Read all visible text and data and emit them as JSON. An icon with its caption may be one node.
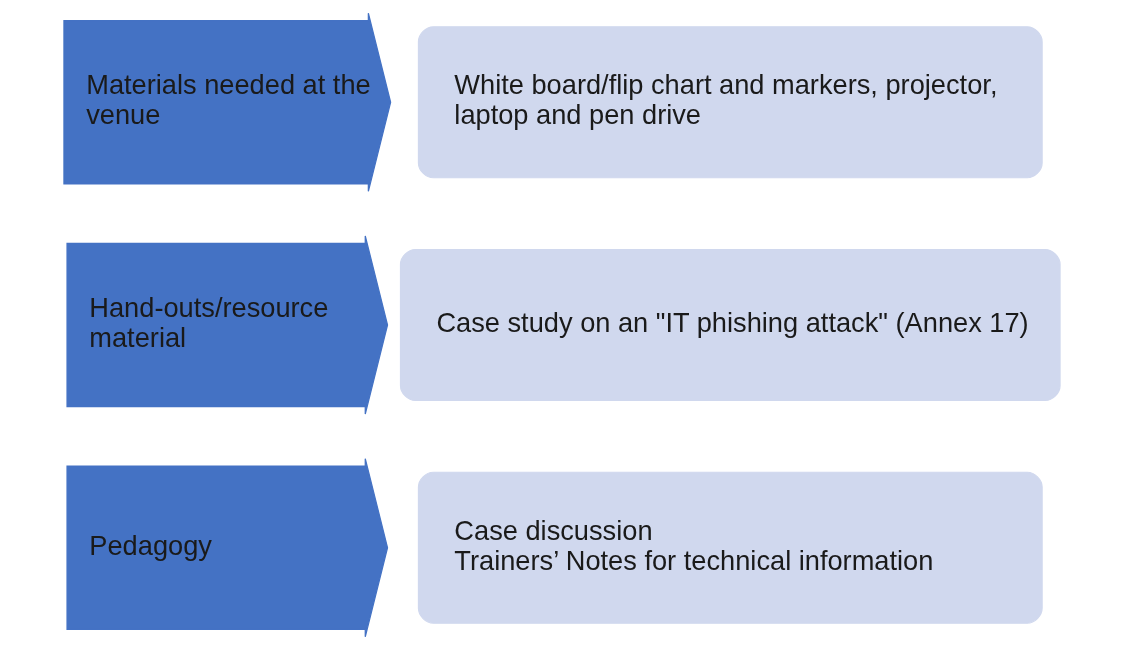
{
  "diagram": {
    "nodes": [
      {
        "text": [
          "Materials needed at the venue"
        ]
      },
      {
        "text": [
          "White board/flip chart and markers, projector, laptop and pen drive"
        ]
      },
      {
        "text": [
          "Hand-outs/resource material"
        ]
      },
      {
        "text": [
          "Case study on an \"IT phishing attack\" (Annex 17)"
        ]
      },
      {
        "text": [
          "Pedagogy"
        ]
      },
      {
        "text": [
          "Case discussion",
          "Trainers’ Notes for technical information"
        ]
      }
    ],
    "edges": []
  }
}
